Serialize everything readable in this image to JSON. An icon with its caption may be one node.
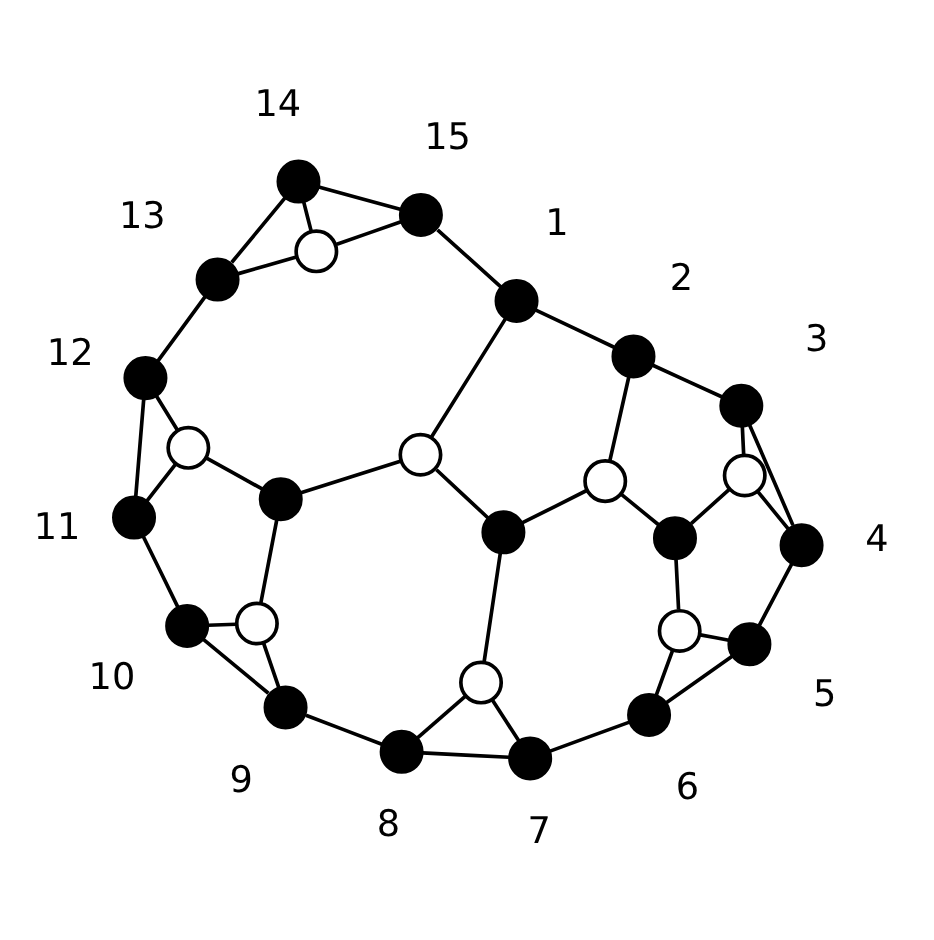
{
  "diagram": {
    "nodes": [
      {
        "text": [],
        "shape": "circle",
        "beside": [
          "1"
        ]
      },
      {
        "text": [],
        "shape": "circle",
        "beside": [
          "2"
        ]
      },
      {
        "text": [],
        "shape": "circle",
        "beside": [
          "3"
        ]
      },
      {
        "text": [],
        "shape": "circle",
        "beside": [
          "4"
        ]
      },
      {
        "text": [],
        "shape": "circle",
        "beside": [
          "5"
        ]
      },
      {
        "text": [],
        "shape": "circle",
        "beside": [
          "6"
        ]
      },
      {
        "text": [],
        "shape": "circle",
        "beside": [
          "7"
        ]
      },
      {
        "text": [],
        "shape": "circle",
        "beside": [
          "8"
        ]
      },
      {
        "text": [],
        "shape": "circle",
        "beside": [
          "9"
        ]
      },
      {
        "text": [],
        "shape": "circle",
        "beside": [
          "10"
        ]
      },
      {
        "text": [],
        "shape": "circle",
        "beside": [
          "11"
        ]
      },
      {
        "text": [],
        "shape": "circle",
        "beside": [
          "12"
        ]
      },
      {
        "text": [],
        "shape": "circle",
        "beside": [
          "13"
        ]
      },
      {
        "text": [],
        "shape": "circle",
        "beside": [
          "14"
        ]
      },
      {
        "text": [],
        "shape": "circle",
        "beside": [
          "15"
        ]
      },
      {
        "text": [],
        "shape": "circle"
      },
      {
        "text": [],
        "shape": "circle"
      },
      {
        "text": [],
        "shape": "circle"
      },
      {
        "text": [],
        "shape": "circle"
      },
      {
        "text": [],
        "shape": "circle"
      },
      {
        "text": [],
        "shape": "circle"
      },
      {
        "text": [],
        "shape": "circle"
      },
      {
        "text": [],
        "shape": "circle"
      },
      {
        "text": [],
        "shape": "circle"
      },
      {
        "text": [],
        "shape": "circle"
      },
      {
        "text": [],
        "shape": "circle"
      }
    ],
    "edges": [
      {
        "from": 0,
        "to": 1,
        "arrow": "none"
      },
      {
        "from": 1,
        "to": 2,
        "arrow": "none"
      },
      {
        "from": 2,
        "to": 3,
        "arrow": "none"
      },
      {
        "from": 3,
        "to": 4,
        "arrow": "none"
      },
      {
        "from": 4,
        "to": 5,
        "arrow": "none"
      },
      {
        "from": 5,
        "to": 6,
        "arrow": "none"
      },
      {
        "from": 6,
        "to": 7,
        "arrow": "none"
      },
      {
        "from": 7,
        "to": 8,
        "arrow": "none"
      },
      {
        "from": 8,
        "to": 9,
        "arrow": "none"
      },
      {
        "from": 9,
        "to": 10,
        "arrow": "none"
      },
      {
        "from": 10,
        "to": 11,
        "arrow": "none"
      },
      {
        "from": 11,
        "to": 12,
        "arrow": "none"
      },
      {
        "from": 12,
        "to": 13,
        "arrow": "none"
      },
      {
        "from": 13,
        "to": 14,
        "arrow": "none"
      },
      {
        "from": 14,
        "to": 0,
        "arrow": "none"
      },
      {
        "from": 10,
        "to": 15,
        "arrow": "none"
      },
      {
        "from": 11,
        "to": 15,
        "arrow": "none"
      },
      {
        "from": 15,
        "to": 18,
        "arrow": "none"
      },
      {
        "from": 12,
        "to": 16,
        "arrow": "none"
      },
      {
        "from": 13,
        "to": 16,
        "arrow": "none"
      },
      {
        "from": 14,
        "to": 16,
        "arrow": "none"
      },
      {
        "from": 9,
        "to": 17,
        "arrow": "none"
      },
      {
        "from": 8,
        "to": 17,
        "arrow": "none"
      },
      {
        "from": 17,
        "to": 18,
        "arrow": "none"
      },
      {
        "from": 18,
        "to": 19,
        "arrow": "none"
      },
      {
        "from": 0,
        "to": 19,
        "arrow": "none"
      },
      {
        "from": 19,
        "to": 20,
        "arrow": "none"
      },
      {
        "from": 20,
        "to": 21,
        "arrow": "none"
      },
      {
        "from": 20,
        "to": 22,
        "arrow": "none"
      },
      {
        "from": 7,
        "to": 21,
        "arrow": "none"
      },
      {
        "from": 6,
        "to": 21,
        "arrow": "none"
      },
      {
        "from": 1,
        "to": 22,
        "arrow": "none"
      },
      {
        "from": 22,
        "to": 23,
        "arrow": "none"
      },
      {
        "from": 23,
        "to": 25,
        "arrow": "none"
      },
      {
        "from": 23,
        "to": 24,
        "arrow": "none"
      },
      {
        "from": 5,
        "to": 25,
        "arrow": "none"
      },
      {
        "from": 4,
        "to": 25,
        "arrow": "none"
      },
      {
        "from": 2,
        "to": 24,
        "arrow": "none"
      },
      {
        "from": 3,
        "to": 24,
        "arrow": "none"
      }
    ]
  }
}
